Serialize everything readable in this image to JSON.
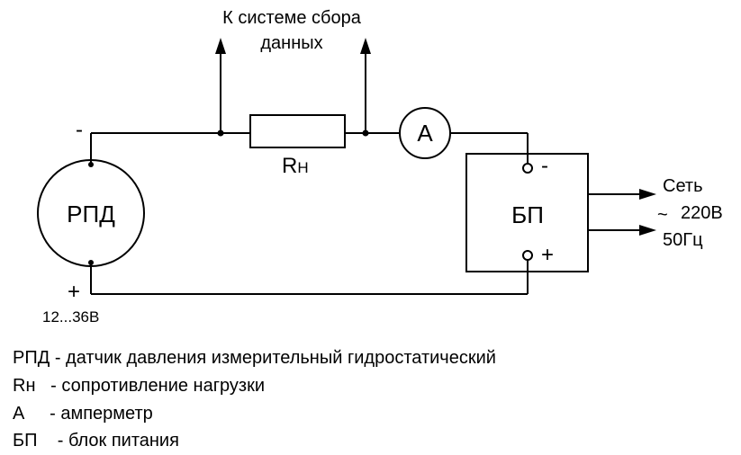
{
  "diagram": {
    "top_label_line1": "К системе сбора",
    "top_label_line2": "данных",
    "sensor_label": "РПД",
    "resistor_label_main": "R",
    "resistor_label_sub": "Н",
    "ammeter_label": "A",
    "psu_label": "БП",
    "minus_sign": "-",
    "plus_sign": "+",
    "psu_minus": "-",
    "psu_plus": "+",
    "voltage_range": "12...36В",
    "mains_line1": "Сеть",
    "mains_tilde": "~",
    "mains_line2": "220В",
    "mains_line3": "50Гц"
  },
  "legend": [
    {
      "key": "РПД",
      "desc": " - датчик давления измерительный гидростатический"
    },
    {
      "key": "Rн",
      "desc": "   - сопротивление нагрузки"
    },
    {
      "key": "А",
      "desc": "     - амперметр"
    },
    {
      "key": "БП",
      "desc": "    - блок питания"
    }
  ]
}
